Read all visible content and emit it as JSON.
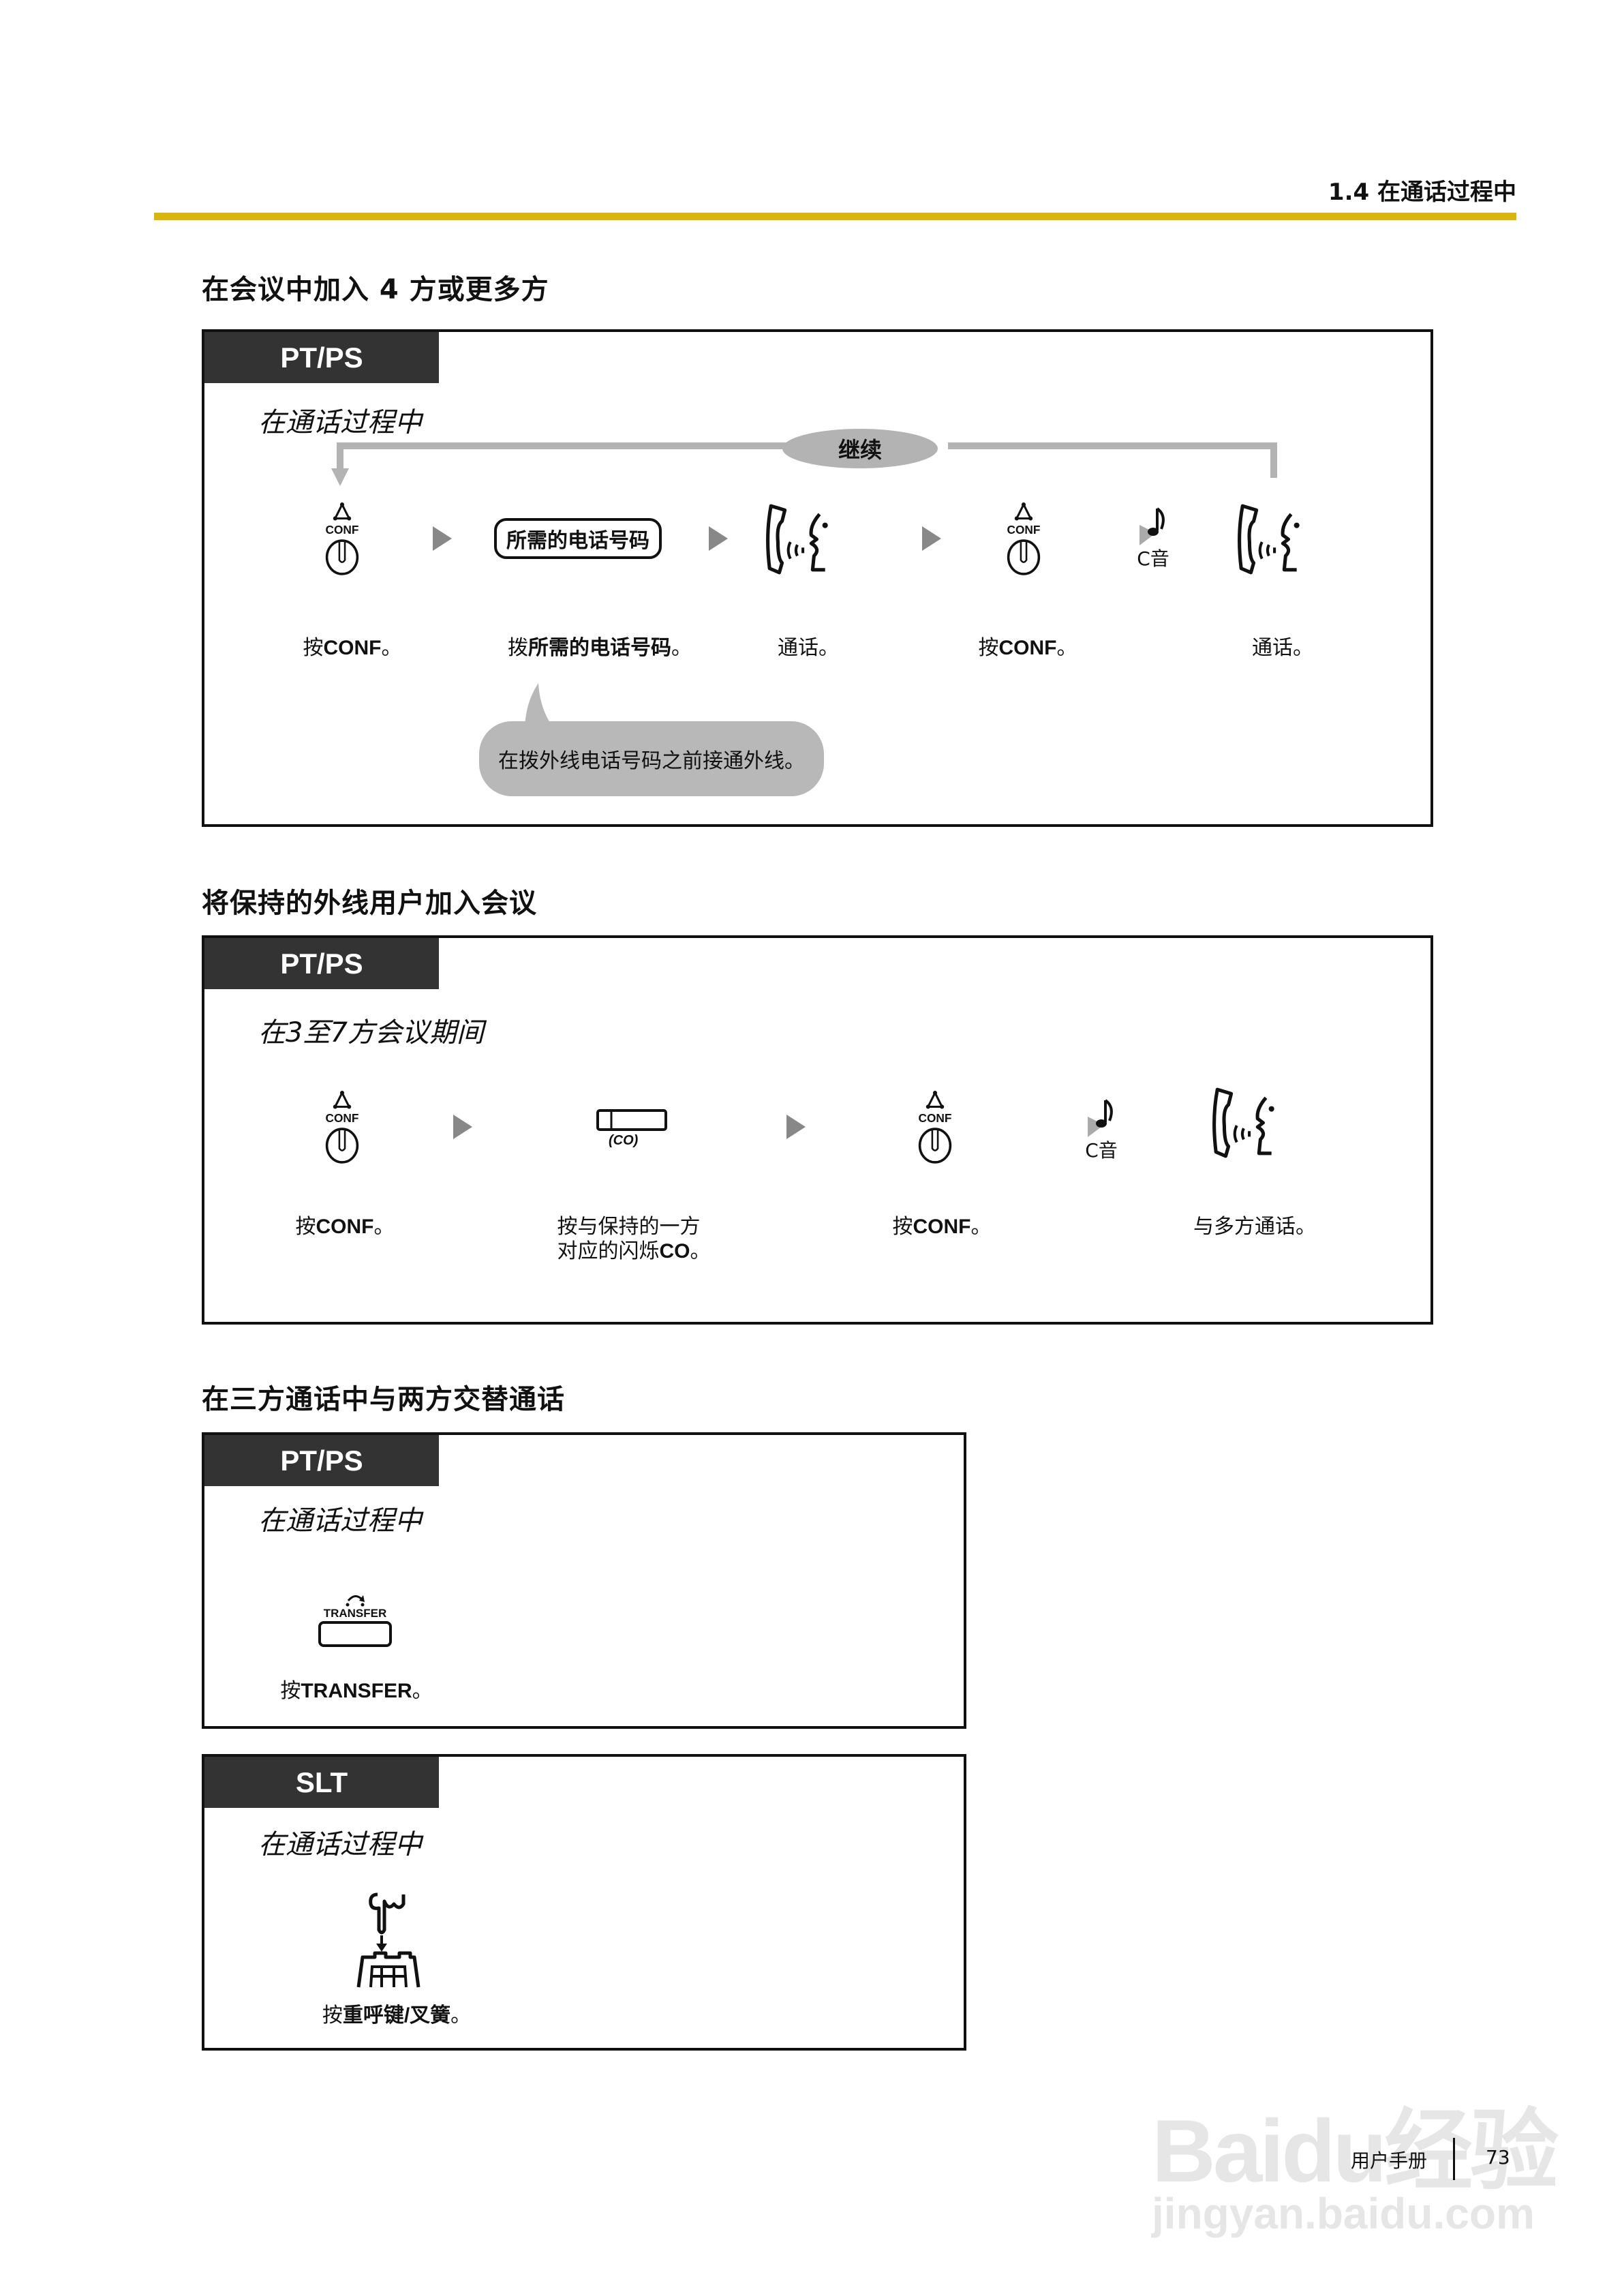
{
  "header": {
    "section": "1.4 在通话过程中",
    "rule_color": "#d9b60d"
  },
  "sections": [
    {
      "title": "在会议中加入 4 方或更多方",
      "boxes": [
        {
          "tab": "PT/PS",
          "condition": "在通话过程中",
          "loop_label": "继续",
          "steps": [
            {
              "icon": "conf-button-icon",
              "icon_text": "CONF",
              "label_prefix": "按",
              "label_bold": "CONF",
              "label_suffix": "。"
            },
            {
              "icon": "number-box",
              "icon_text": "所需的电话号码",
              "label_prefix": "拨",
              "label_bold": "所需的电话号码",
              "label_suffix": "。"
            },
            {
              "icon": "handset-talk-icon",
              "label_prefix": "通话。",
              "label_bold": "",
              "label_suffix": ""
            },
            {
              "icon": "conf-button-icon",
              "icon_text": "CONF",
              "label_prefix": "按",
              "label_bold": "CONF",
              "label_suffix": "。"
            },
            {
              "icon": "tone-icon",
              "icon_text": "C音"
            },
            {
              "icon": "handset-talk-icon",
              "label_prefix": "通话。",
              "label_bold": "",
              "label_suffix": ""
            }
          ],
          "note": "在拨外线电话号码之前接通外线。"
        }
      ]
    },
    {
      "title": "将保持的外线用户加入会议",
      "boxes": [
        {
          "tab": "PT/PS",
          "condition": "在3至7方会议期间",
          "steps": [
            {
              "icon": "conf-button-icon",
              "icon_text": "CONF",
              "label_prefix": "按",
              "label_bold": "CONF",
              "label_suffix": "。"
            },
            {
              "icon": "co-button-icon",
              "icon_text": "(CO)",
              "label_line1": "按与保持的一方",
              "label_line2_prefix": "对应的闪烁",
              "label_line2_bold": "CO",
              "label_line2_suffix": "。"
            },
            {
              "icon": "conf-button-icon",
              "icon_text": "CONF",
              "label_prefix": "按",
              "label_bold": "CONF",
              "label_suffix": "。"
            },
            {
              "icon": "tone-icon",
              "icon_text": "C音"
            },
            {
              "icon": "handset-talk-icon",
              "label_prefix": "与多方通话。",
              "label_bold": "",
              "label_suffix": ""
            }
          ]
        }
      ]
    },
    {
      "title": "在三方通话中与两方交替通话",
      "boxes": [
        {
          "tab": "PT/PS",
          "condition": "在通话过程中",
          "steps": [
            {
              "icon": "transfer-button-icon",
              "icon_text": "TRANSFER",
              "label_prefix": "按",
              "label_bold": "TRANSFER",
              "label_suffix": "。"
            }
          ]
        },
        {
          "tab": "SLT",
          "condition": "在通话过程中",
          "steps": [
            {
              "icon": "hookswitch-press-icon",
              "label_prefix": "按",
              "label_bold": "重呼键/叉簧",
              "label_suffix": "。"
            }
          ]
        }
      ]
    }
  ],
  "footer": {
    "manual": "用户手册",
    "page": "73"
  },
  "watermark": {
    "brand": "Baidu经验",
    "url": "jingyan.baidu.com"
  }
}
